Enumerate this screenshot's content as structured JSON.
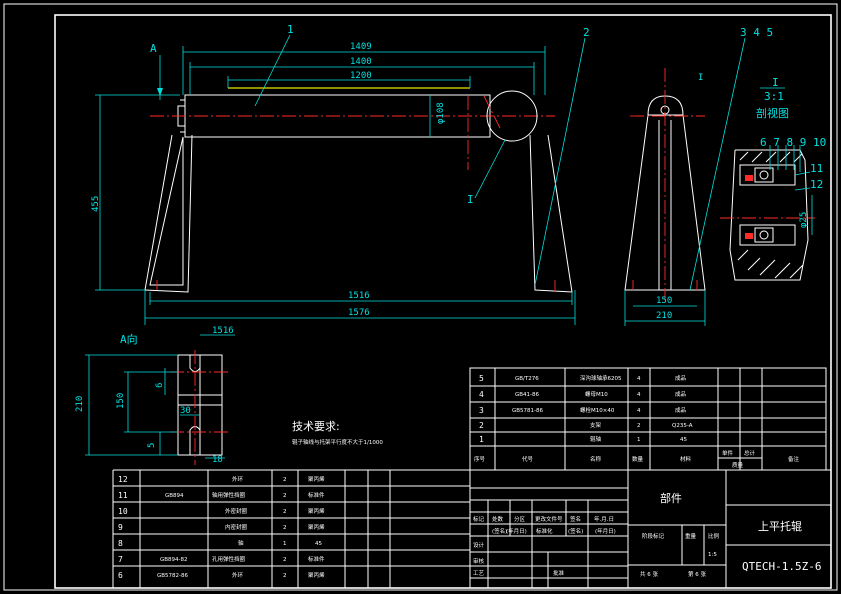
{
  "views": {
    "view_a_label": "A",
    "leader_1": "1",
    "leader_2": "2",
    "leaders_345": "3  4  5",
    "detail_ref": "I",
    "detail_ref_small": "I",
    "detail_title": "I",
    "detail_scale": "3:1",
    "detail_name": "剖视图",
    "detail_leaders_top": "6  7  8  9  10",
    "detail_leader_11": "11",
    "detail_leader_12": "12",
    "detail_dia": "φ25",
    "a_direction": "A向"
  },
  "dims": {
    "d1409": "1409",
    "d1400": "1400",
    "d1200": "1200",
    "d108": "φ108",
    "d455": "455",
    "d1516": "1516",
    "d1576": "1576",
    "d150": "150",
    "d210": "210",
    "a_1516": "1516",
    "a_210": "210",
    "a_150": "150",
    "a_6": "6",
    "a_30": "30",
    "a_5": "5",
    "a_18": "18"
  },
  "notes": {
    "title": "技术要求:",
    "line1": "辊子轴线与托架平行度不大于1/1000"
  },
  "parts_upper": [
    {
      "no": "5",
      "code": "GB/T276",
      "name": "深沟球轴承6205",
      "qty": "4",
      "mat": "成品"
    },
    {
      "no": "4",
      "code": "GB41-86",
      "name": "螺母M10",
      "qty": "4",
      "mat": "成品"
    },
    {
      "no": "3",
      "code": "GB5781-86",
      "name": "螺栓M10×40",
      "qty": "4",
      "mat": "成品"
    },
    {
      "no": "2",
      "code": "",
      "name": "支架",
      "qty": "2",
      "mat": "Q235-A"
    },
    {
      "no": "1",
      "code": "",
      "name": "辊轴",
      "qty": "1",
      "mat": "45"
    }
  ],
  "parts_upper_header": {
    "no": "序号",
    "code": "代号",
    "name": "名称",
    "qty": "数量",
    "mat": "材料",
    "unit": "单件",
    "total": "总计",
    "weight": "质量",
    "remark": "备注"
  },
  "parts_lower": [
    {
      "no": "12",
      "code": "",
      "name": "外环",
      "qty": "2",
      "mat": "聚丙烯"
    },
    {
      "no": "11",
      "code": "GB894",
      "name": "轴用弹性挡圈",
      "qty": "2",
      "mat": "标准件"
    },
    {
      "no": "10",
      "code": "",
      "name": "外密封圈",
      "qty": "2",
      "mat": "聚丙烯"
    },
    {
      "no": "9",
      "code": "",
      "name": "内密封圈",
      "qty": "2",
      "mat": "聚丙烯"
    },
    {
      "no": "8",
      "code": "",
      "name": "轴",
      "qty": "1",
      "mat": "45"
    },
    {
      "no": "7",
      "code": "GB894-82",
      "name": "孔用弹性挡圈",
      "qty": "2",
      "mat": "标准件"
    },
    {
      "no": "6",
      "code": "GB5782-86",
      "name": "外环",
      "qty": "2",
      "mat": "聚丙烯"
    }
  ],
  "title_block": {
    "department": "部件",
    "part_name": "上平托辊",
    "drawing_no": "QTECH-1.5Z-6",
    "scale": "1:5",
    "sheets": "共 6 张",
    "sheet_no": "第 6 张",
    "row_headers": [
      "标记",
      "处数",
      "分区",
      "更改文件号",
      "签名",
      "年.月.日"
    ],
    "row_values": [
      "设计",
      "(签名)",
      "(年月日)",
      "标准化",
      "(签名)",
      "(年月日)"
    ],
    "stage_label": "阶段标记",
    "weight_label": "重量",
    "scale_label": "比例",
    "review": "审核",
    "craft": "工艺",
    "approve": "批准"
  }
}
